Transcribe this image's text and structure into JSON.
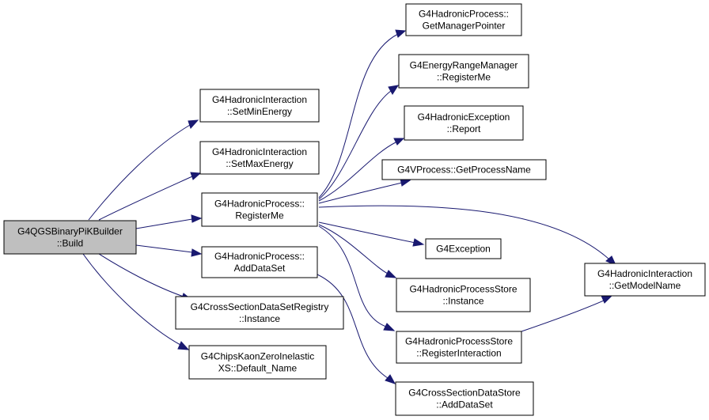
{
  "colors": {
    "root_fill": "#bfbfbf",
    "node_fill": "#ffffff",
    "edge": "#191970",
    "border": "#000000"
  },
  "nodes": {
    "root": {
      "lines": [
        "G4QGSBinaryPiKBuilder",
        "::Build"
      ]
    },
    "setmin": {
      "lines": [
        "G4HadronicInteraction",
        "::SetMinEnergy"
      ]
    },
    "setmax": {
      "lines": [
        "G4HadronicInteraction",
        "::SetMaxEnergy"
      ]
    },
    "registerme": {
      "lines": [
        "G4HadronicProcess::",
        "RegisterMe"
      ]
    },
    "adddataset": {
      "lines": [
        "G4HadronicProcess::",
        "AddDataSet"
      ]
    },
    "csdsr": {
      "lines": [
        "G4CrossSectionDataSetRegistry",
        "::Instance"
      ]
    },
    "chips": {
      "lines": [
        "G4ChipsKaonZeroInelastic",
        "XS::Default_Name"
      ]
    },
    "getmgr": {
      "lines": [
        "G4HadronicProcess::",
        "GetManagerPointer"
      ]
    },
    "erm": {
      "lines": [
        "G4EnergyRangeManager",
        "::RegisterMe"
      ]
    },
    "hexc": {
      "lines": [
        "G4HadronicException",
        "::Report"
      ]
    },
    "vproc": {
      "lines": [
        "G4VProcess::GetProcessName"
      ]
    },
    "exc": {
      "lines": [
        "G4Exception"
      ]
    },
    "hpsinst": {
      "lines": [
        "G4HadronicProcessStore",
        "::Instance"
      ]
    },
    "hpsreg": {
      "lines": [
        "G4HadronicProcessStore",
        "::RegisterInteraction"
      ]
    },
    "csds": {
      "lines": [
        "G4CrossSectionDataStore",
        "::AddDataSet"
      ]
    },
    "modelname": {
      "lines": [
        "G4HadronicInteraction",
        "::GetModelName"
      ]
    }
  }
}
